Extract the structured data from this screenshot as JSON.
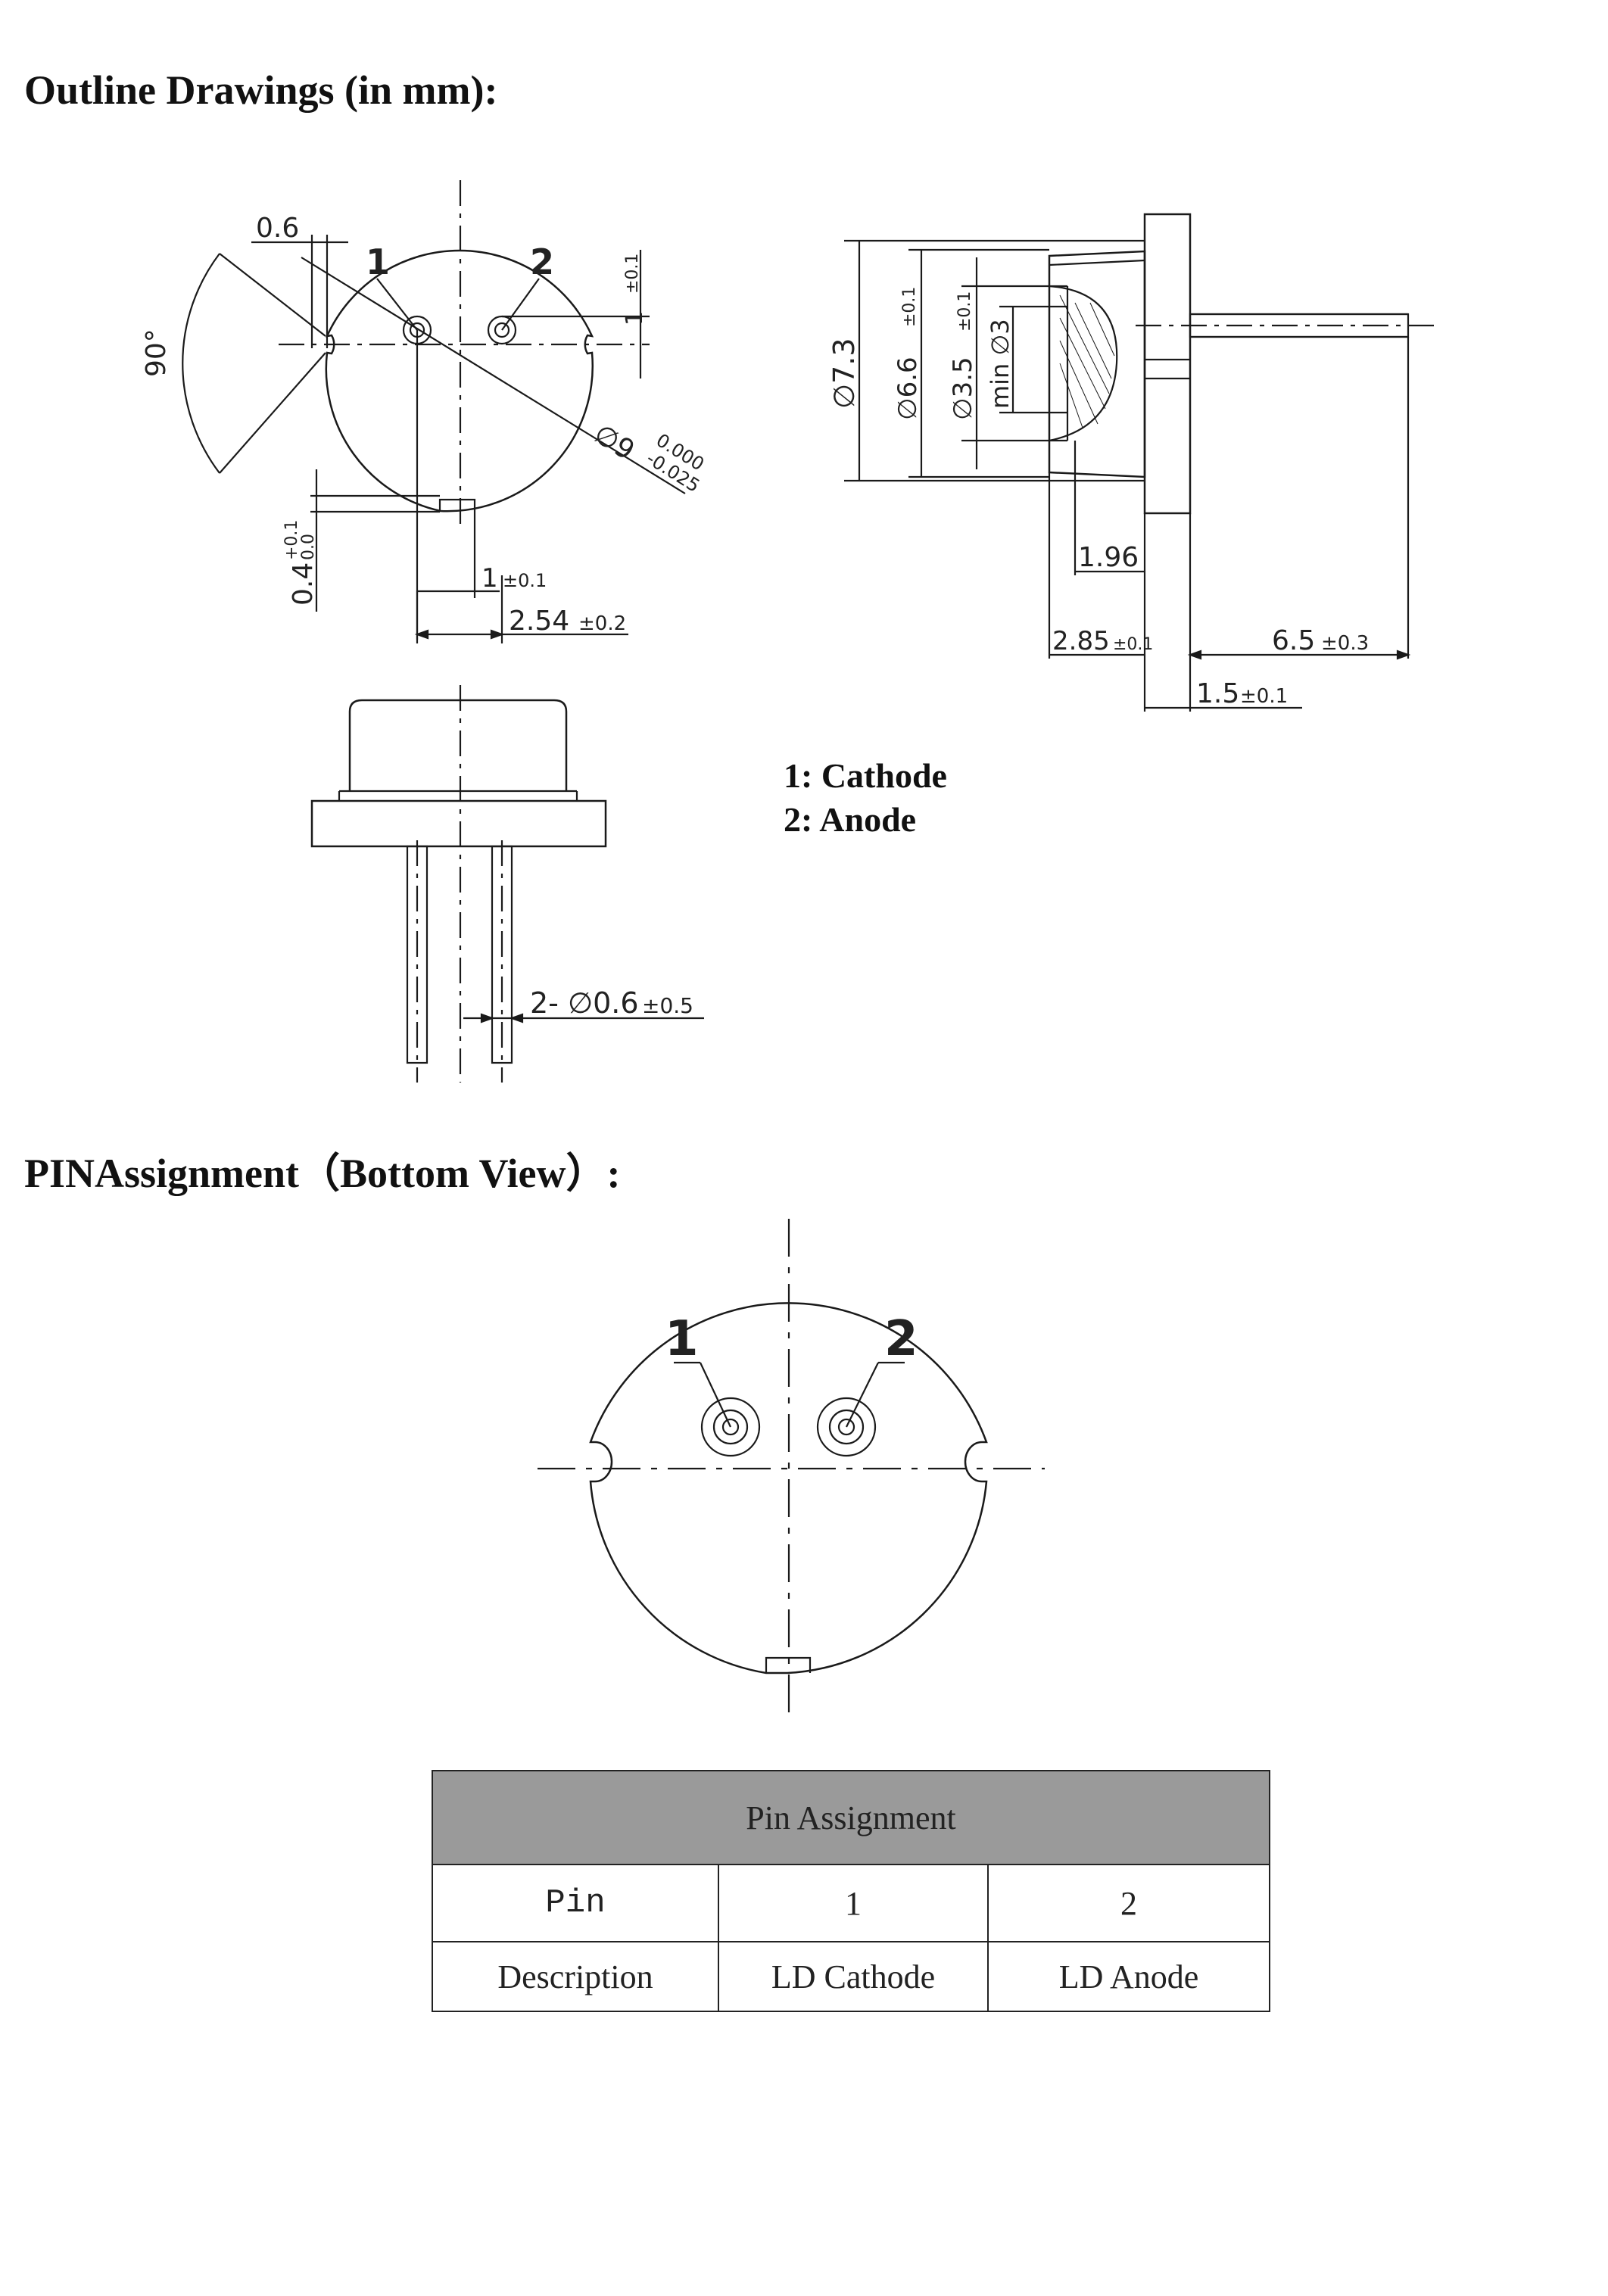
{
  "headings": {
    "outline": "Outline Drawings (in mm):",
    "pin_assignment": "PINAssignment（Bottom View）:"
  },
  "drawing_front": {
    "pin_labels": [
      "1",
      "2"
    ],
    "dim_0_6": "0.6",
    "angle": "90°",
    "tol_01": "±0.1",
    "dim_1": "1",
    "dia_9": "∅9",
    "tol_9_upper": "0.000",
    "tol_9_lower": "-0.025",
    "dim_0_4": "0.4",
    "tol_0_4_upper": "+0.1",
    "tol_0_4_lower": "0.0",
    "dim_pin_1": "1",
    "tol_pin_1": "±0.1",
    "dim_2_54": "2.54",
    "tol_2_54": "±0.2"
  },
  "drawing_side": {
    "dia_7_3": "∅7.3",
    "dia_6_6": "∅6.6",
    "tol_6_6": "±0.1",
    "dia_3_5": "∅3.5",
    "tol_3_5": "±0.1",
    "min_dia_3": "min ∅3",
    "dim_1_96": "1.96",
    "dim_2_85": "2.85",
    "tol_2_85": "±0.1",
    "dim_6_5": "6.5",
    "tol_6_5": "±0.3",
    "dim_1_5": "1.5",
    "tol_1_5": "±0.1"
  },
  "drawing_profile": {
    "pin_dia": "2- ∅0.6",
    "pin_dia_tol": "±0.5"
  },
  "legend": {
    "line1": "1:  Cathode",
    "line2": "2:  Anode"
  },
  "bottom_view": {
    "pin_labels": [
      "1",
      "2"
    ]
  },
  "table": {
    "title": "Pin Assignment",
    "row_pin": {
      "label": "Pin",
      "values": [
        "1",
        "2"
      ]
    },
    "row_desc": {
      "label": "Description",
      "values": [
        "LD Cathode",
        "LD Anode"
      ]
    }
  }
}
